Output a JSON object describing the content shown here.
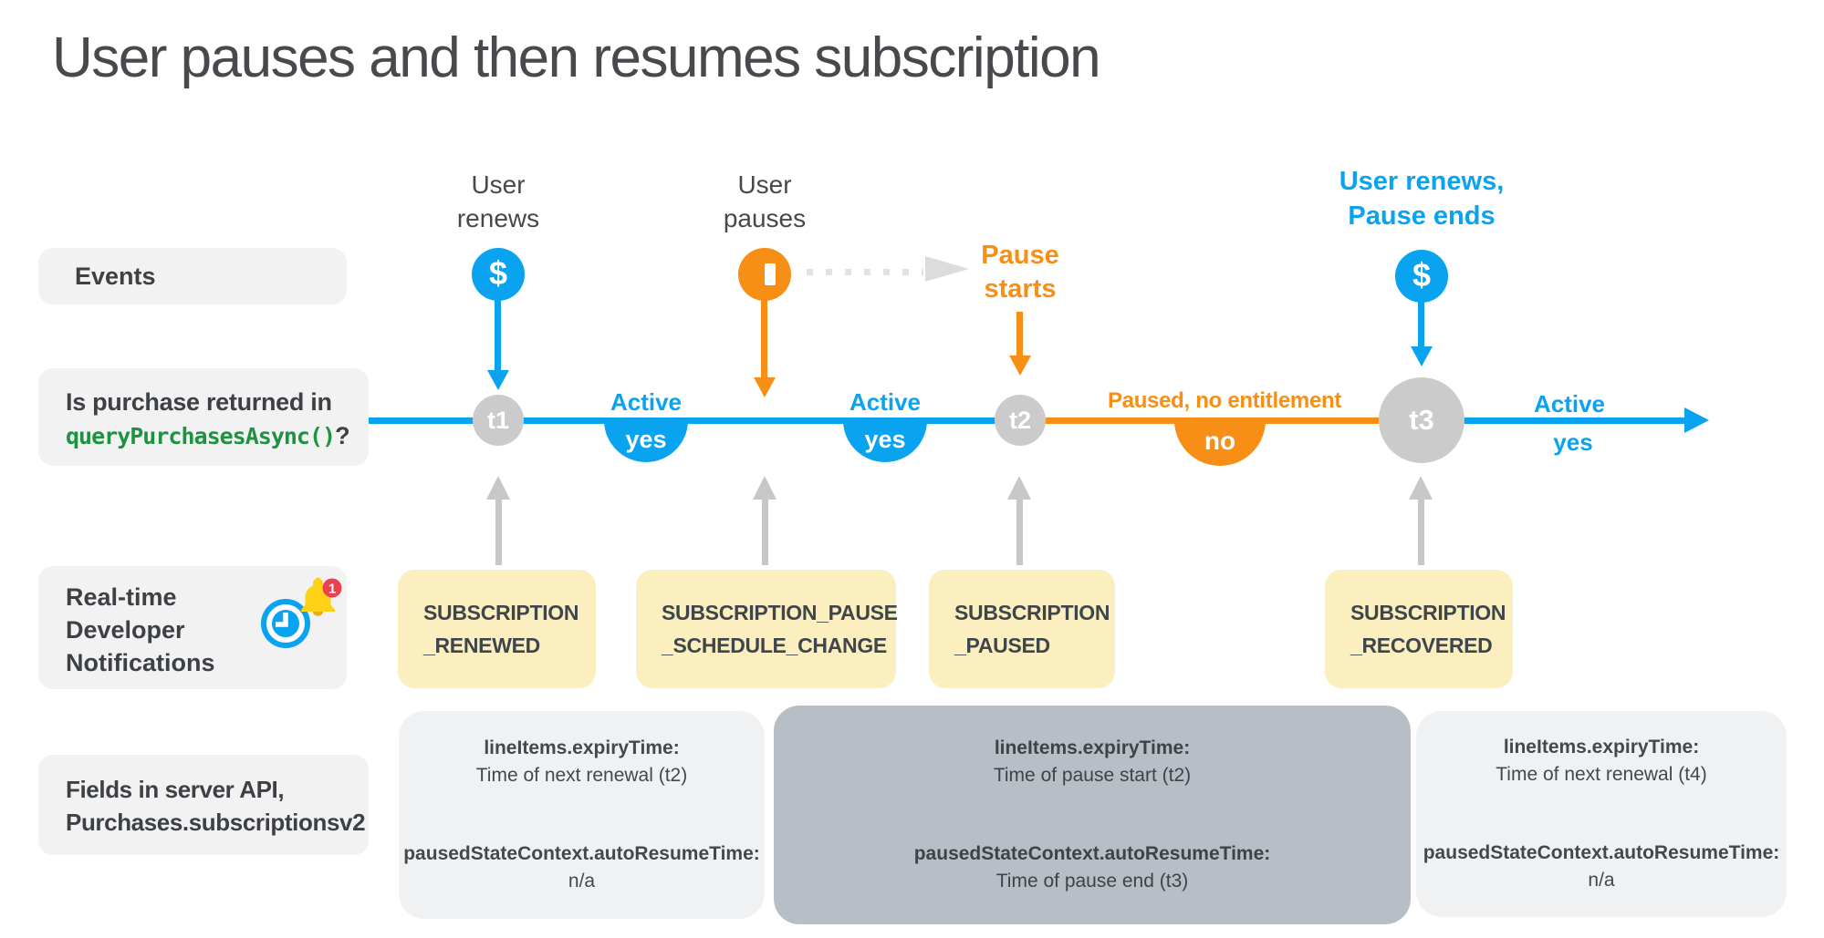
{
  "title": "User pauses and then resumes subscription",
  "colors": {
    "active_blue": "#0aa3ef",
    "paused_orange": "#f78f17",
    "timeline_node_gray": "#cbcbcb",
    "gray_arrow": "#c7c7c7",
    "rtdn_yellow": "#fcefbf",
    "api_box_light_gray": "#f0f1f2",
    "api_box_dark_gray": "#b8bec5",
    "label_box_gray": "#f2f2f3",
    "code_green": "#1f9242",
    "notification_badge_red": "#ea4150",
    "text_dark": "#3d4145"
  },
  "row_labels": {
    "events": "Events",
    "purchase_question_line1": "Is purchase returned in",
    "purchase_question_code": "queryPurchasesAsync()",
    "purchase_question_suffix": "?",
    "rtdn_line1": "Real-time",
    "rtdn_line2": "Developer",
    "rtdn_line3": "Notifications",
    "rtdn_badge": "1",
    "fields_line1": "Fields in server API,",
    "fields_line2": "Purchases.subscriptionsv2"
  },
  "events": {
    "renew1": {
      "line1": "User",
      "line2": "renews",
      "symbol": "$"
    },
    "pause": {
      "line1": "User",
      "line2": "pauses"
    },
    "pause_starts": {
      "line1": "Pause",
      "line2": "starts"
    },
    "renew2": {
      "line1": "User renews,",
      "line2": "Pause ends",
      "symbol": "$"
    }
  },
  "timeline": {
    "nodes": [
      {
        "label": "t1"
      },
      {
        "label": "t2"
      },
      {
        "label": "t3"
      }
    ],
    "segments": [
      {
        "label": "Active",
        "badge": "yes"
      },
      {
        "label": "Active",
        "badge": "yes"
      },
      {
        "label": "Paused, no entitlement",
        "badge": "no"
      },
      {
        "label": "Active",
        "badge": "yes"
      }
    ]
  },
  "rtdn_boxes": [
    {
      "line1": "SUBSCRIPTION",
      "line2": "_RENEWED"
    },
    {
      "line1": "SUBSCRIPTION_PAUSE",
      "line2": "_SCHEDULE_CHANGE"
    },
    {
      "line1": "SUBSCRIPTION",
      "line2": "_PAUSED"
    },
    {
      "line1": "SUBSCRIPTION",
      "line2": "_RECOVERED"
    }
  ],
  "api_boxes": [
    {
      "field1": "lineItems.expiryTime:",
      "value1": "Time of next renewal (t2)",
      "field2": "pausedStateContext.autoResumeTime:",
      "value2": "n/a"
    },
    {
      "field1": "lineItems.expiryTime:",
      "value1": "Time of pause start (t2)",
      "field2": "pausedStateContext.autoResumeTime:",
      "value2": "Time of pause end (t3)"
    },
    {
      "field1": "lineItems.expiryTime:",
      "value1": "Time of next renewal (t4)",
      "field2": "pausedStateContext.autoResumeTime:",
      "value2": "n/a"
    }
  ]
}
